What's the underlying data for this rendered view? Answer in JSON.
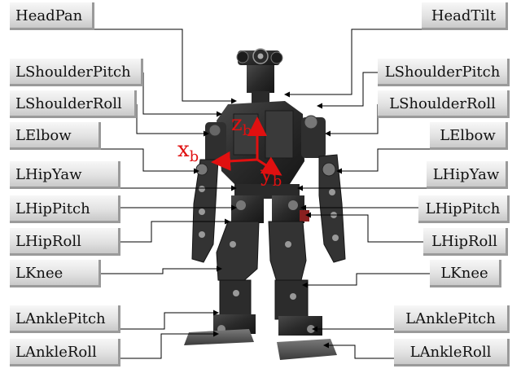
{
  "labels": {
    "head_pan": "HeadPan",
    "head_tilt": "HeadTilt",
    "left": {
      "shoulder_pitch": "LShoulderPitch",
      "shoulder_roll": "LShoulderRoll",
      "elbow": "LElbow",
      "hip_yaw": "LHipYaw",
      "hip_pitch": "LHipPitch",
      "hip_roll": "LHipRoll",
      "knee": "LKnee",
      "ankle_pitch": "LAnklePitch",
      "ankle_roll": "LAnkleRoll"
    },
    "right": {
      "shoulder_pitch": "LShoulderPitch",
      "shoulder_roll": "LShoulderRoll",
      "elbow": "LElbow",
      "hip_yaw": "LHipYaw",
      "hip_pitch": "LHipPitch",
      "hip_roll": "LHipRoll",
      "knee": "LKnee",
      "ankle_pitch": "LAnklePitch",
      "ankle_roll": "LAnkleRoll"
    }
  },
  "axes": {
    "z": {
      "letter": "z",
      "sub": "b"
    },
    "x": {
      "letter": "x",
      "sub": "b"
    },
    "y": {
      "letter": "y",
      "sub": "b"
    }
  },
  "colors": {
    "axis": "#e01010",
    "robot": "#2b2b2b",
    "leader": "#000000"
  }
}
